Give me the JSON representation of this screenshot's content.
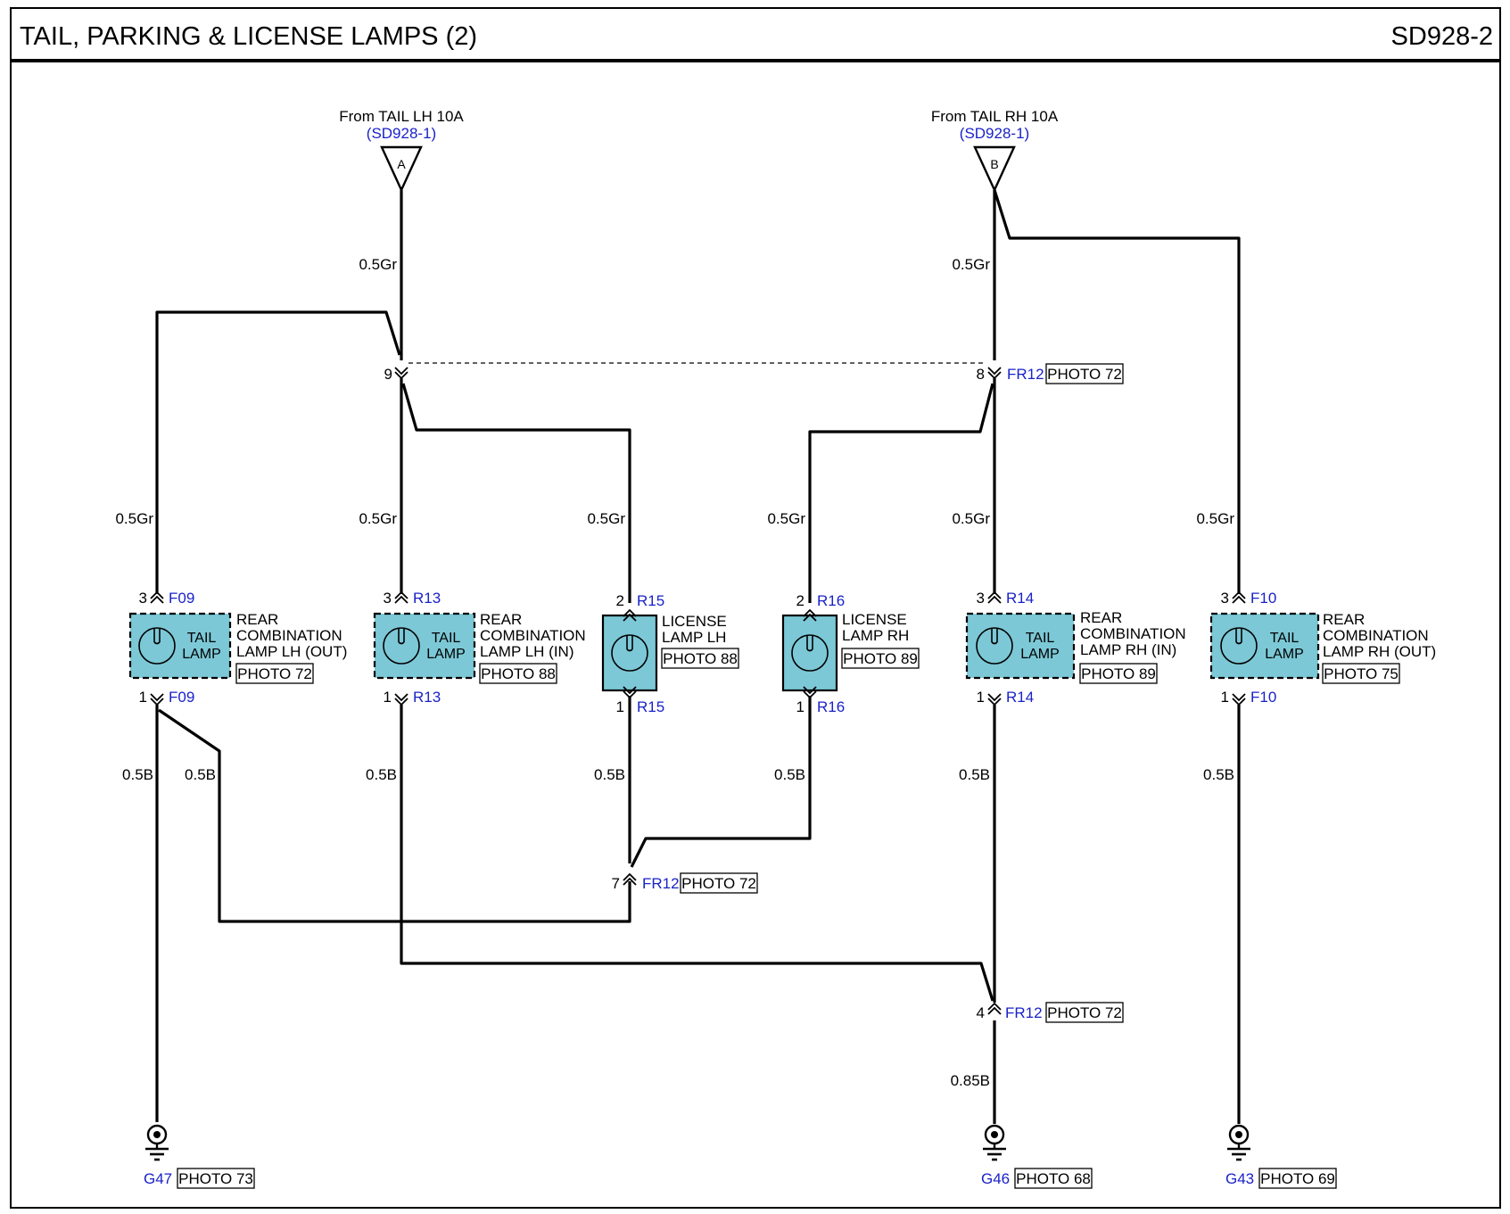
{
  "header": {
    "title": "TAIL, PARKING & LICENSE LAMPS (2)",
    "page_code": "SD928-2"
  },
  "sources": [
    {
      "from": "From TAIL LH 10A",
      "ref": "(SD928-1)",
      "letter": "A"
    },
    {
      "from": "From TAIL RH 10A",
      "ref": "(SD928-1)",
      "letter": "B"
    }
  ],
  "wires": {
    "a_main": "0.5Gr",
    "b_main": "0.5Gr",
    "f09_top": "0.5Gr",
    "r13_top": "0.5Gr",
    "r15_top": "0.5Gr",
    "r16_top": "0.5Gr",
    "r14_top": "0.5Gr",
    "f10_top": "0.5Gr",
    "f09_bot": "0.5B",
    "f09_branch": "0.5B",
    "r13_bot": "0.5B",
    "r15_bot": "0.5B",
    "r16_bot": "0.5B",
    "r14_bot": "0.5B",
    "f10_bot": "0.5B",
    "g46_wire": "0.85B"
  },
  "joint_connectors": [
    {
      "pin": "9"
    },
    {
      "pin": "8",
      "name": "FR12",
      "photo": "PHOTO 72"
    },
    {
      "pin": "7",
      "name": "FR12",
      "photo": "PHOTO 72"
    },
    {
      "pin": "4",
      "name": "FR12",
      "photo": "PHOTO 72"
    }
  ],
  "components": [
    {
      "top_pin": "3",
      "top_conn": "F09",
      "bot_pin": "1",
      "bot_conn": "F09",
      "inner1": "TAIL",
      "inner2": "LAMP",
      "name": [
        "REAR",
        "COMBINATION",
        "LAMP LH (OUT)"
      ],
      "photo": "PHOTO 72"
    },
    {
      "top_pin": "3",
      "top_conn": "R13",
      "bot_pin": "1",
      "bot_conn": "R13",
      "inner1": "TAIL",
      "inner2": "LAMP",
      "name": [
        "REAR",
        "COMBINATION",
        "LAMP LH (IN)"
      ],
      "photo": "PHOTO 88"
    },
    {
      "top_pin": "2",
      "top_conn": "R15",
      "bot_pin": "1",
      "bot_conn": "R15",
      "name": [
        "LICENSE",
        "LAMP LH"
      ],
      "photo": "PHOTO 88"
    },
    {
      "top_pin": "2",
      "top_conn": "R16",
      "bot_pin": "1",
      "bot_conn": "R16",
      "name": [
        "LICENSE",
        "LAMP RH"
      ],
      "photo": "PHOTO 89"
    },
    {
      "top_pin": "3",
      "top_conn": "R14",
      "bot_pin": "1",
      "bot_conn": "R14",
      "inner1": "TAIL",
      "inner2": "LAMP",
      "name": [
        "REAR",
        "COMBINATION",
        "LAMP RH (IN)"
      ],
      "photo": "PHOTO 89"
    },
    {
      "top_pin": "3",
      "top_conn": "F10",
      "bot_pin": "1",
      "bot_conn": "F10",
      "inner1": "TAIL",
      "inner2": "LAMP",
      "name": [
        "REAR",
        "COMBINATION",
        "LAMP RH (OUT)"
      ],
      "photo": "PHOTO 75"
    }
  ],
  "grounds": [
    {
      "name": "G47",
      "photo": "PHOTO 73"
    },
    {
      "name": "G46",
      "photo": "PHOTO 68"
    },
    {
      "name": "G43",
      "photo": "PHOTO 69"
    }
  ],
  "colors": {
    "component_fill": "#7cc8d6",
    "connector_label": "#1a22c8",
    "wire": "#000000"
  }
}
